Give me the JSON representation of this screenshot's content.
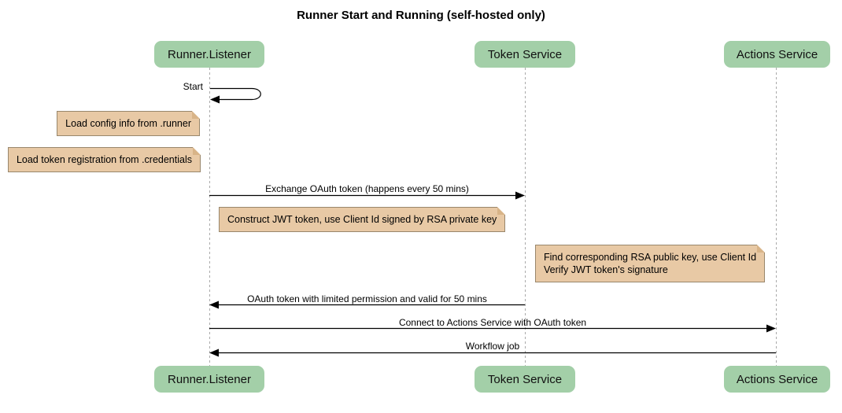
{
  "title": "Runner Start and Running (self-hosted only)",
  "participants": [
    {
      "name": "Runner.Listener"
    },
    {
      "name": "Token Service"
    },
    {
      "name": "Actions Service"
    }
  ],
  "messages": [
    {
      "label": "Start",
      "from": "Runner.Listener",
      "to": "Runner.Listener",
      "style": "self-loop"
    },
    {
      "label": "Exchange OAuth token (happens every 50 mins)",
      "from": "Runner.Listener",
      "to": "Token Service",
      "style": "solid-arrow"
    },
    {
      "label": "OAuth token with limited permission and valid for 50 mins",
      "from": "Token Service",
      "to": "Runner.Listener",
      "style": "solid-arrow"
    },
    {
      "label": "Connect to Actions Service with OAuth token",
      "from": "Runner.Listener",
      "to": "Actions Service",
      "style": "solid-arrow"
    },
    {
      "label": "Workflow job",
      "from": "Actions Service",
      "to": "Runner.Listener",
      "style": "solid-arrow"
    }
  ],
  "notes": [
    {
      "text": "Load config info from .runner",
      "position": "left of Runner.Listener"
    },
    {
      "text": "Load token registration from .credentials",
      "position": "left of Runner.Listener"
    },
    {
      "text": "Construct JWT token, use Client Id signed by RSA private key",
      "position": "over Runner.Listener and Token Service"
    },
    {
      "text": "Find corresponding RSA public key, use Client Id\nVerify JWT token's signature",
      "position": "left of Actions Service"
    }
  ],
  "colors": {
    "participant_fill": "#A3CFA8",
    "note_fill": "#E8C9A5",
    "note_border": "#99876C",
    "note_fold": "#D8B488",
    "lifeline": "#AAAAAA",
    "arrow": "#000000",
    "background": "#FFFFFF"
  }
}
